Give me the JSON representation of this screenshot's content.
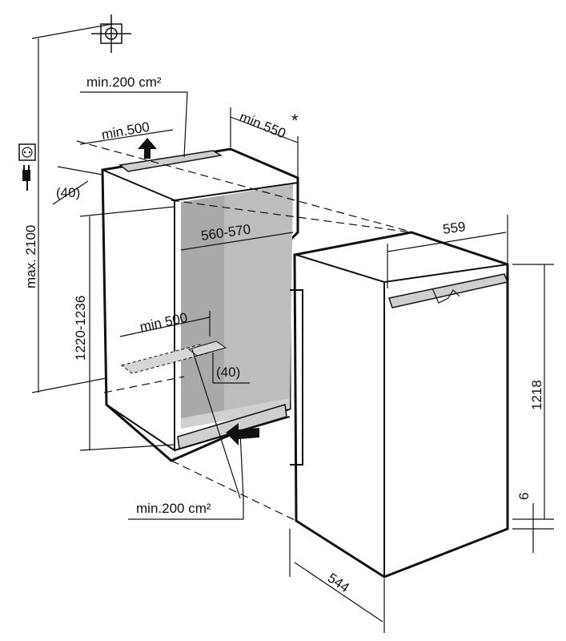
{
  "diagram": {
    "labels": {
      "vent_top_area": "min.200 cm²",
      "vent_top_depth": "min.500",
      "depth_min": "min.550",
      "depth_note": "*",
      "gap_top": "(40)",
      "max_height": "max. 2100",
      "niche_height": "1220-1236",
      "niche_width": "560-570",
      "vent_bottom_depth": "min 500",
      "gap_bottom": "(40)",
      "vent_bottom_area": "min.200 cm²",
      "appliance_width": "559",
      "appliance_height": "1218",
      "base_gap": "6",
      "appliance_depth": "544"
    },
    "icons": [
      "leveling-symbol-icon",
      "socket-icon",
      "plug-icon",
      "airflow-arrow-icon"
    ]
  }
}
